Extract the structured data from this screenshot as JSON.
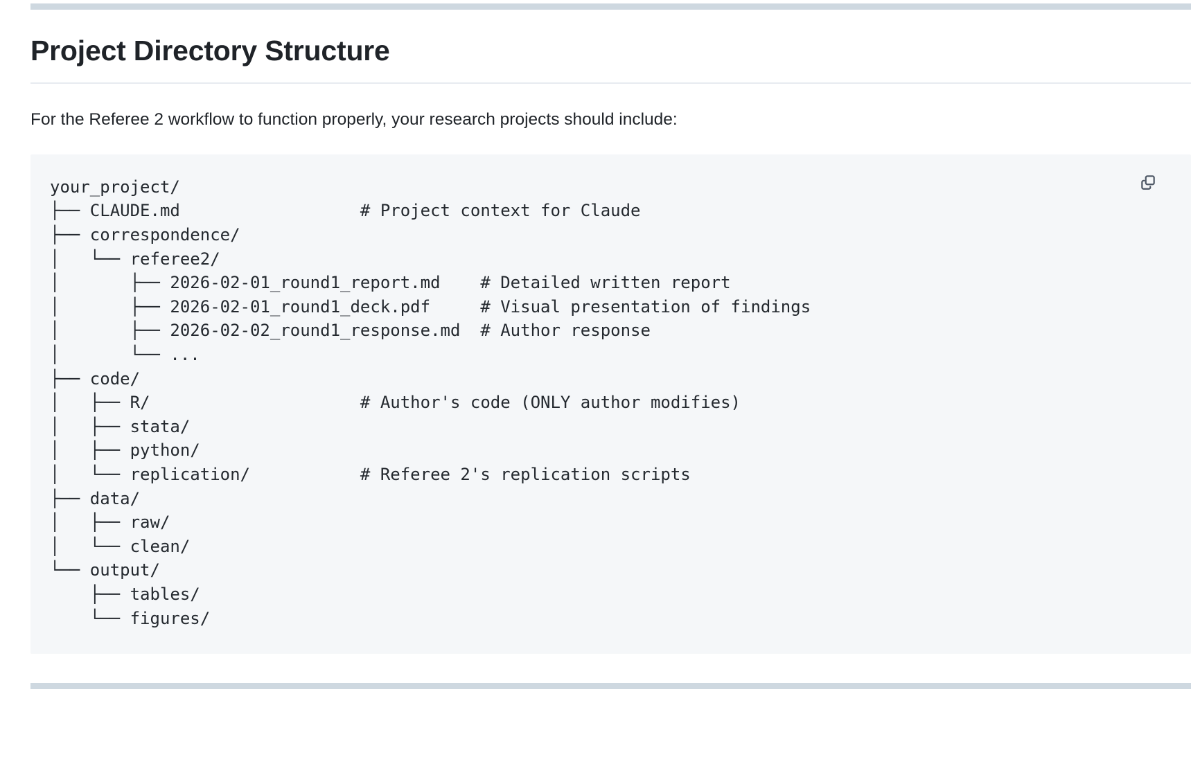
{
  "page": {
    "title": "Project Directory Structure",
    "intro": "For the Referee 2 workflow to function properly, your research projects should include:"
  },
  "colors": {
    "rule": "#ced8e0",
    "code_background": "#f5f7f9",
    "code_text": "#24292f",
    "title_underline": "#e7ebf0",
    "icon": "#4b5563"
  },
  "code_block": {
    "language": "text",
    "copy_button_label": "Copy",
    "copy_icon": "copy-icon",
    "lines": [
      "your_project/",
      "├── CLAUDE.md                  # Project context for Claude",
      "├── correspondence/",
      "│   └── referee2/",
      "│       ├── 2026-02-01_round1_report.md    # Detailed written report",
      "│       ├── 2026-02-01_round1_deck.pdf     # Visual presentation of findings",
      "│       ├── 2026-02-02_round1_response.md  # Author response",
      "│       └── ...",
      "├── code/",
      "│   ├── R/                     # Author's code (ONLY author modifies)",
      "│   ├── stata/",
      "│   ├── python/",
      "│   └── replication/           # Referee 2's replication scripts",
      "├── data/",
      "│   ├── raw/",
      "│   └── clean/",
      "└── output/",
      "    ├── tables/",
      "    └── figures/"
    ],
    "text": "your_project/\n├── CLAUDE.md                  # Project context for Claude\n├── correspondence/\n│   └── referee2/\n│       ├── 2026-02-01_round1_report.md    # Detailed written report\n│       ├── 2026-02-01_round1_deck.pdf     # Visual presentation of findings\n│       ├── 2026-02-02_round1_response.md  # Author response\n│       └── ...\n├── code/\n│   ├── R/                     # Author's code (ONLY author modifies)\n│   ├── stata/\n│   ├── python/\n│   └── replication/           # Referee 2's replication scripts\n├── data/\n│   ├── raw/\n│   └── clean/\n└── output/\n    ├── tables/\n    └── figures/"
  }
}
